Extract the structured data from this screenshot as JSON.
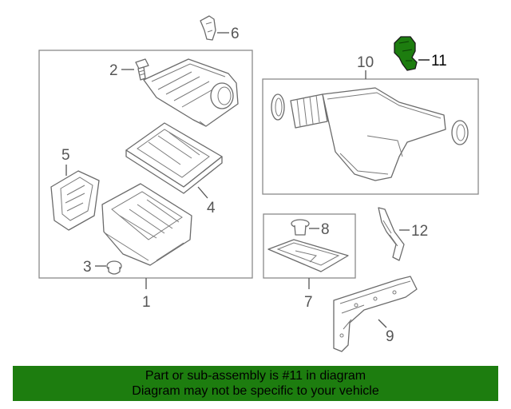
{
  "callouts": {
    "c1": "1",
    "c2": "2",
    "c3": "3",
    "c4": "4",
    "c5": "5",
    "c6": "6",
    "c7": "7",
    "c8": "8",
    "c9": "9",
    "c10": "10",
    "c11": "11",
    "c12": "12"
  },
  "highlighted_part": "11",
  "colors": {
    "highlight": "#1d7d0f",
    "banner": "#1d7d0f",
    "lines": "#6b6b6b"
  },
  "banner": {
    "line1": "Part or sub-assembly is #11 in diagram",
    "line2": "Diagram may not be specific to your vehicle"
  }
}
